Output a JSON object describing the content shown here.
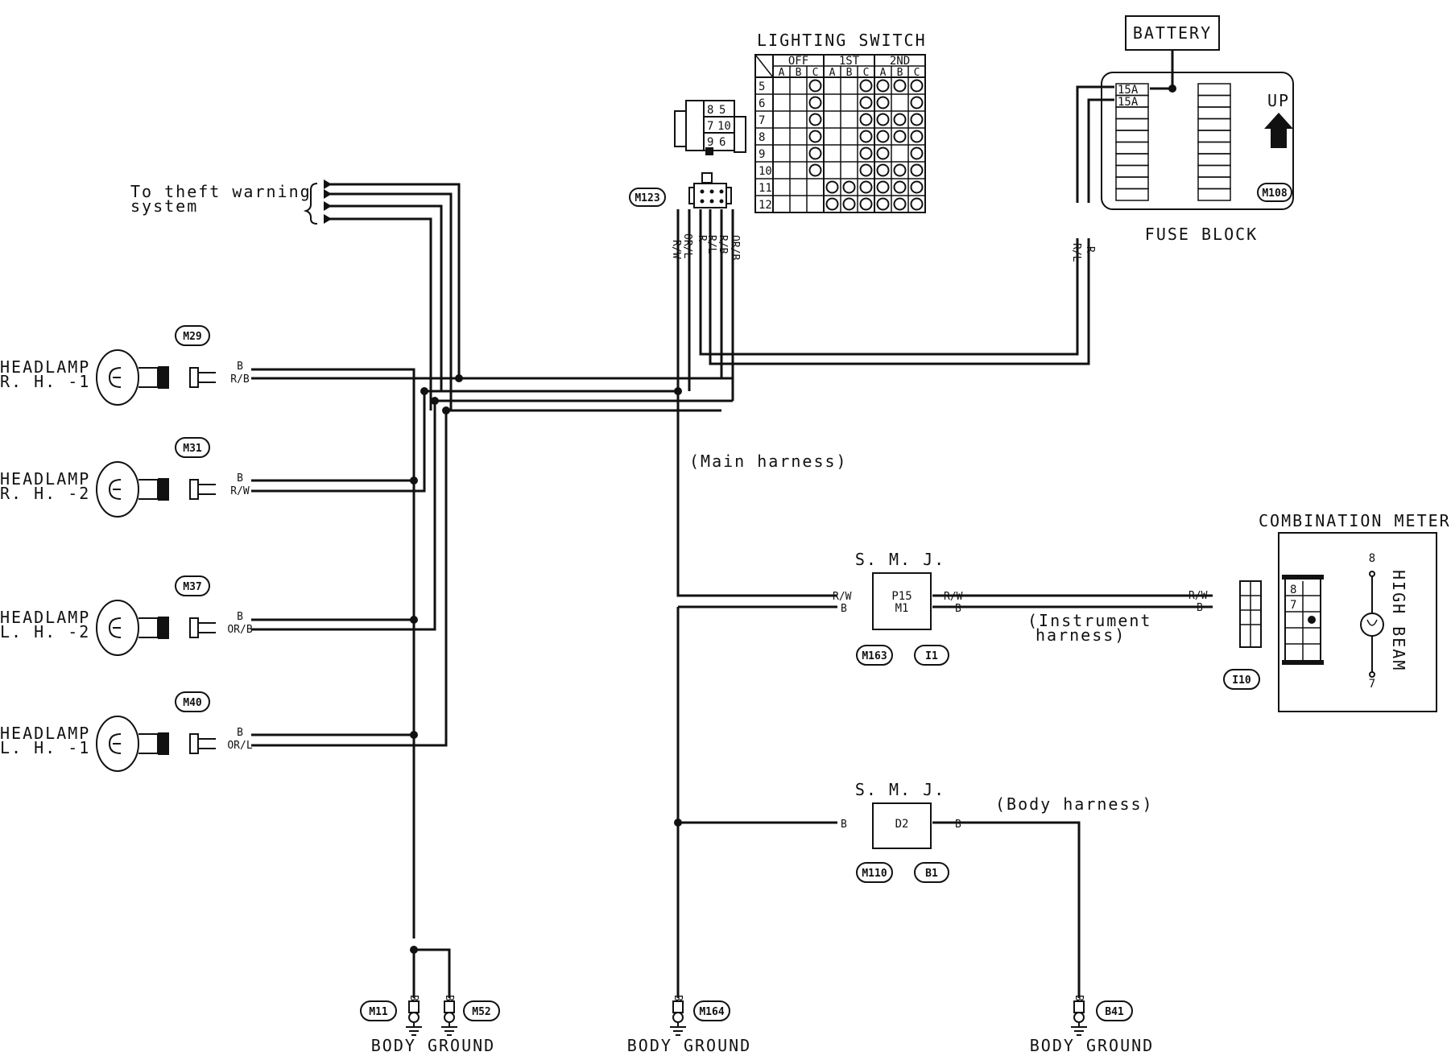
{
  "lighting_switch": {
    "title": "LIGHTING SWITCH",
    "groups": [
      "OFF",
      "1ST",
      "2ND"
    ],
    "cols": [
      "A",
      "B",
      "C",
      "A",
      "B",
      "C",
      "A",
      "B",
      "C"
    ],
    "rows": [
      "5",
      "6",
      "7",
      "8",
      "9",
      "10",
      "11",
      "12"
    ],
    "marks": [
      [
        0,
        0,
        1,
        0,
        0,
        1,
        1,
        1,
        1
      ],
      [
        0,
        0,
        1,
        0,
        0,
        1,
        1,
        0,
        1
      ],
      [
        0,
        0,
        1,
        0,
        0,
        1,
        1,
        1,
        1
      ],
      [
        0,
        0,
        1,
        0,
        0,
        1,
        1,
        1,
        1
      ],
      [
        0,
        0,
        1,
        0,
        0,
        1,
        1,
        0,
        1
      ],
      [
        0,
        0,
        1,
        0,
        0,
        1,
        1,
        1,
        1
      ],
      [
        0,
        0,
        0,
        1,
        1,
        1,
        1,
        1,
        1
      ],
      [
        0,
        0,
        0,
        1,
        1,
        1,
        1,
        1,
        1
      ]
    ]
  },
  "switch_connector": {
    "id": "M123",
    "pins": [
      "8",
      "5",
      "7",
      "10",
      "9",
      "6"
    ],
    "wire_labels": [
      "R/W",
      "OR/L",
      "R",
      "R/L",
      "R/B",
      "OR/B"
    ]
  },
  "battery": {
    "label": "BATTERY"
  },
  "fuse_block": {
    "label": "FUSE BLOCK",
    "id": "M108",
    "fuses": [
      "15A",
      "15A"
    ],
    "up_label": "UP",
    "wire_labels": [
      "R/L",
      "R"
    ]
  },
  "theft_warning": {
    "line1": "To theft warning",
    "line2": "system"
  },
  "headlamps": [
    {
      "line1": "HEADLAMP",
      "line2": "R. H. -1",
      "id": "M29",
      "wire1": "B",
      "wire2": "R/B"
    },
    {
      "line1": "HEADLAMP",
      "line2": "R. H. -2",
      "id": "M31",
      "wire1": "B",
      "wire2": "R/W"
    },
    {
      "line1": "HEADLAMP",
      "line2": "L. H. -2",
      "id": "M37",
      "wire1": "B",
      "wire2": "OR/B"
    },
    {
      "line1": "HEADLAMP",
      "line2": "L. H. -1",
      "id": "M40",
      "wire1": "B",
      "wire2": "OR/L"
    }
  ],
  "harness_main": "(Main harness)",
  "harness_instrument_1": "(Instrument",
  "harness_instrument_2": "harness)",
  "harness_body": "(Body harness)",
  "smj1": {
    "title": "S. M. J.",
    "pin1": "P15",
    "pin2": "M1",
    "left_id": "M163",
    "right_id": "I1",
    "in1": "R/W",
    "in2": "B",
    "out1": "R/W",
    "out2": "B"
  },
  "smj2": {
    "title": "S. M. J.",
    "pin": "D2",
    "left_id": "M110",
    "right_id": "B1",
    "in": "B",
    "out": "B"
  },
  "combination_meter": {
    "title": "COMBINATION METER",
    "connector_id": "I10",
    "wire1": "R/W",
    "wire2": "B",
    "pins": [
      "8",
      "7"
    ],
    "pin_top": "8",
    "pin_bottom": "7",
    "lamp_label": "HIGH BEAM"
  },
  "grounds": {
    "label": "BODY GROUND",
    "wire": "B",
    "ids": [
      "M11",
      "M52",
      "M164",
      "B41"
    ]
  }
}
